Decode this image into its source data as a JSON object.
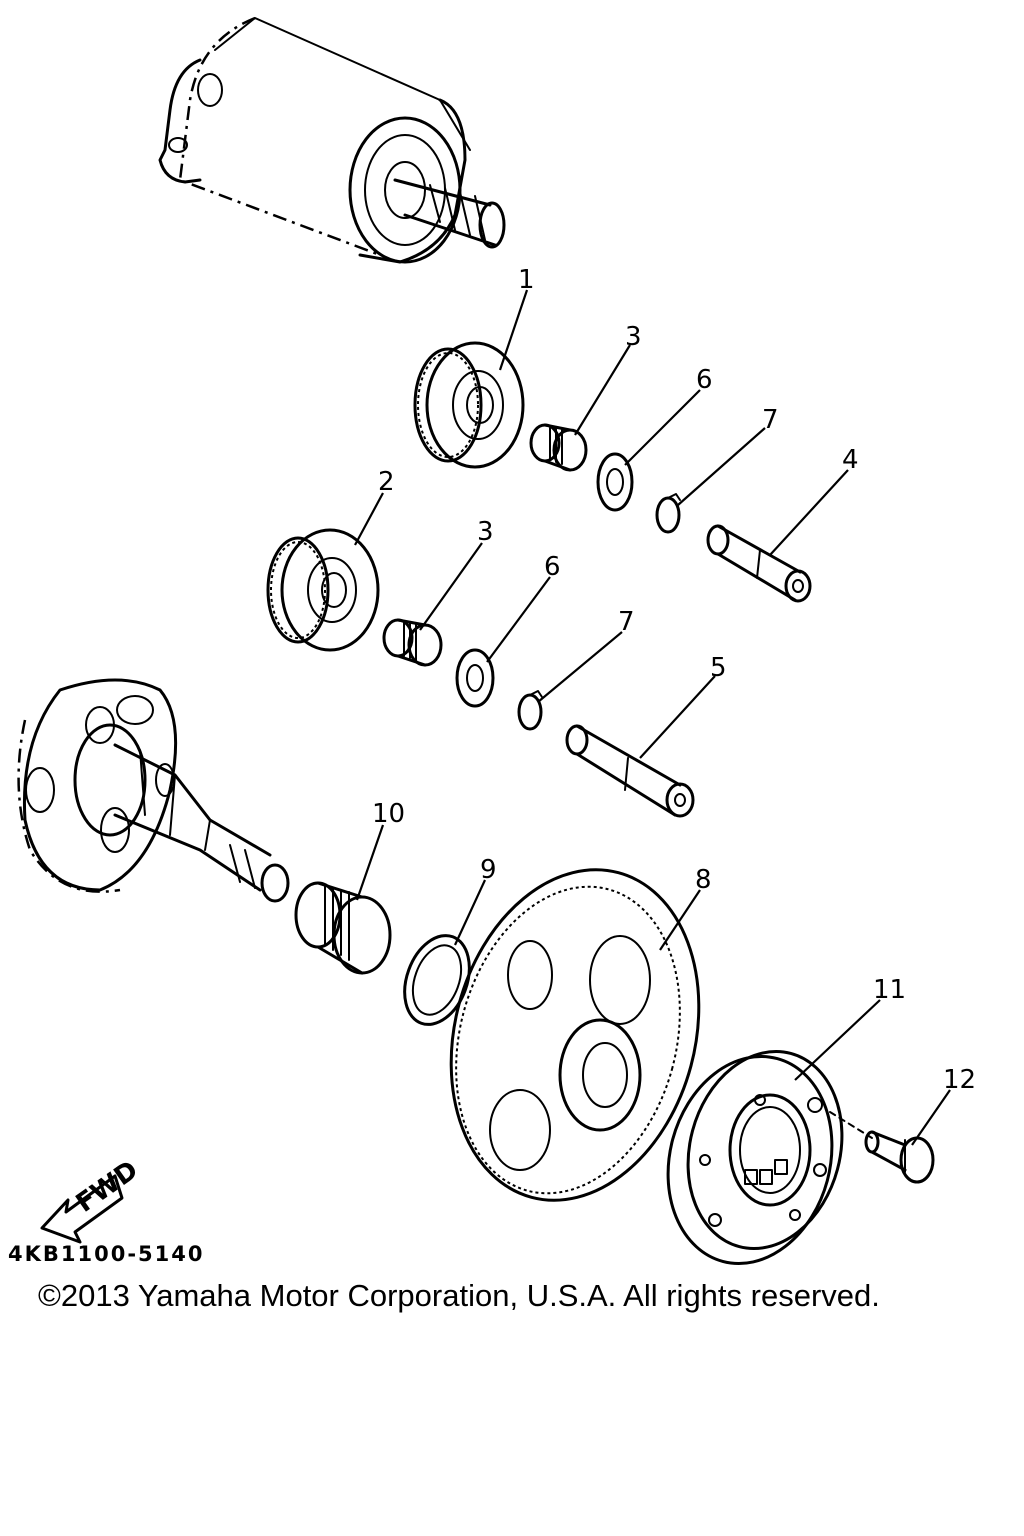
{
  "diagram": {
    "fwd_label": "FWD",
    "part_code": "4KB1100-5140",
    "copyright": "©2013 Yamaha Motor Corporation, U.S.A. All rights reserved.",
    "callouts": [
      "1",
      "3",
      "6",
      "7",
      "4",
      "2",
      "3",
      "6",
      "7",
      "5",
      "10",
      "9",
      "8",
      "11",
      "12"
    ]
  }
}
